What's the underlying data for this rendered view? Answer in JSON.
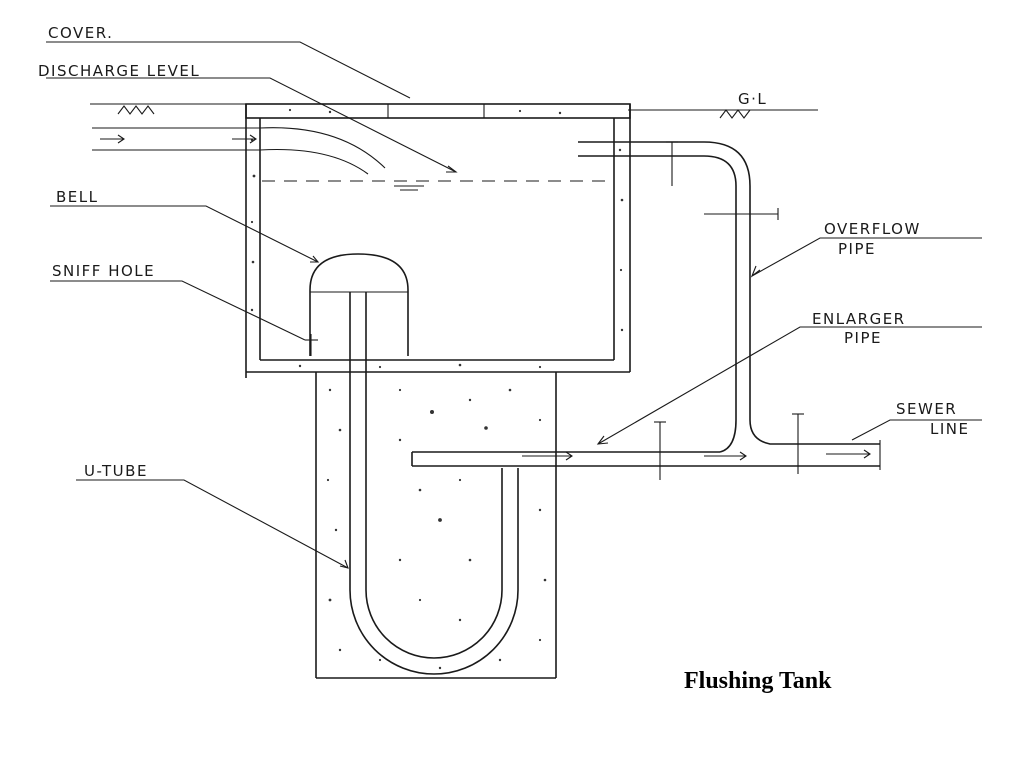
{
  "labels": {
    "cover": "COVER.",
    "discharge_level": "DISCHARGE LEVEL",
    "gl": "G·L",
    "bell": "BELL",
    "sniff_hole": "SNIFF HOLE",
    "overflow_1": "OVERFLOW",
    "overflow_2": "PIPE",
    "enlarger_1": "ENLARGER",
    "enlarger_2": "PIPE",
    "sewer_1": "SEWER",
    "sewer_2": "LINE",
    "u_tube": "U-TUBE"
  },
  "caption": "Flushing Tank"
}
